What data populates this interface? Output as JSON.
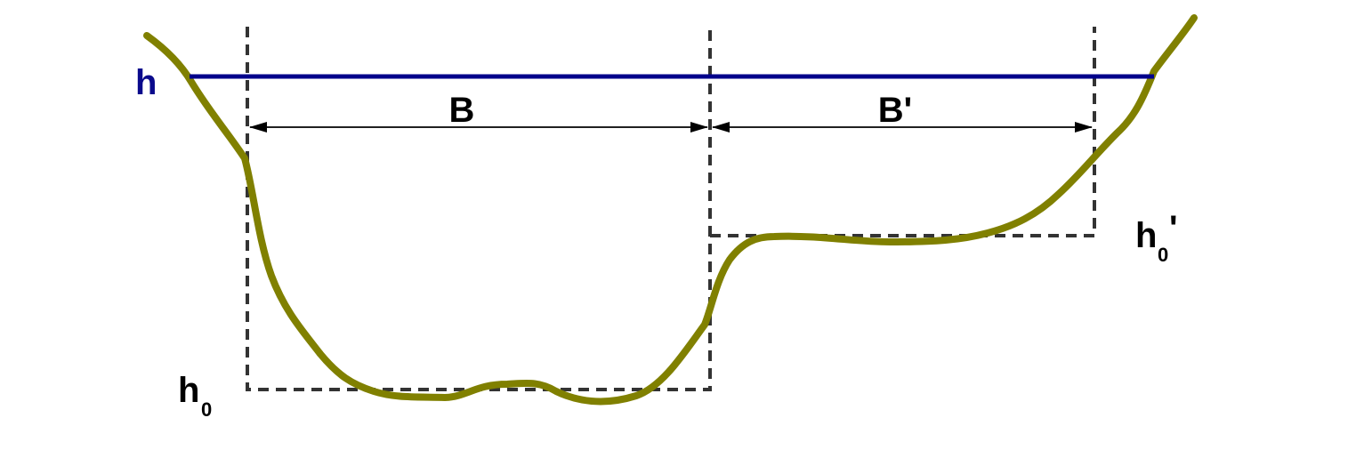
{
  "labels": {
    "water_level": "h",
    "main_width": "B",
    "flood_width": "B'",
    "main_bed": "h",
    "main_bed_sub": "0",
    "flood_bed": "h",
    "flood_bed_sub": "0",
    "flood_bed_prime": "'"
  },
  "colors": {
    "terrain": "#808000",
    "water_line": "#00008b",
    "water_label": "#0a0a8c",
    "dashed_box": "#333333",
    "dimension": "#000000",
    "text": "#000000"
  }
}
